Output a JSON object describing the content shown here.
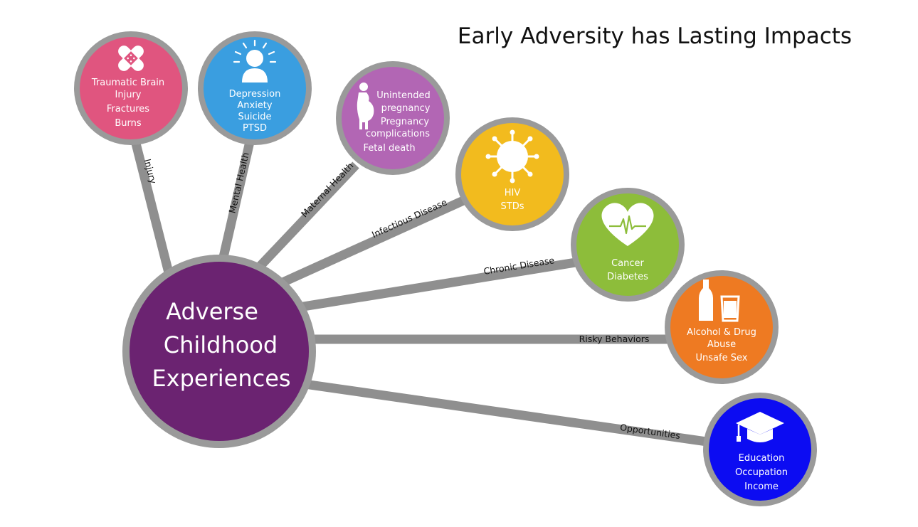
{
  "title": "Early Adversity has Lasting Impacts",
  "hub": {
    "lines": [
      "Adverse",
      "Childhood",
      "Experiences"
    ],
    "color": "#6b2371"
  },
  "spoke_color": "#8f8f8f",
  "ring_color": "#9a9a9a",
  "outcomes": [
    {
      "category": "Injury",
      "color": "#e0557f",
      "icon": "bandage-icon",
      "lines": [
        "Traumatic Brain",
        "Injury",
        "Fractures",
        "Burns"
      ]
    },
    {
      "category": "Mental Health",
      "color": "#3a9ee0",
      "icon": "person-head-icon",
      "lines": [
        "Depression",
        "Anxiety",
        "Suicide",
        "PTSD"
      ]
    },
    {
      "category": "Maternal Health",
      "color": "#b266b4",
      "icon": "pregnant-woman-icon",
      "lines": [
        "Unintended",
        "pregnancy",
        "Pregnancy",
        "complications",
        "Fetal death"
      ]
    },
    {
      "category": "Infectious Disease",
      "color": "#f2bb1e",
      "icon": "virus-icon",
      "lines": [
        "HIV",
        "STDs"
      ]
    },
    {
      "category": "Chronic Disease",
      "color": "#8dbd3a",
      "icon": "heart-icon",
      "lines": [
        "Cancer",
        "Diabetes"
      ]
    },
    {
      "category": "Risky Behaviors",
      "color": "#ee7a22",
      "icon": "bottle-glass-icon",
      "lines": [
        "Alcohol & Drug",
        "Abuse",
        "Unsafe Sex"
      ]
    },
    {
      "category": "Opportunities",
      "color": "#0c0cf2",
      "icon": "graduation-cap-icon",
      "lines": [
        "Education",
        "Occupation",
        "Income"
      ]
    }
  ]
}
